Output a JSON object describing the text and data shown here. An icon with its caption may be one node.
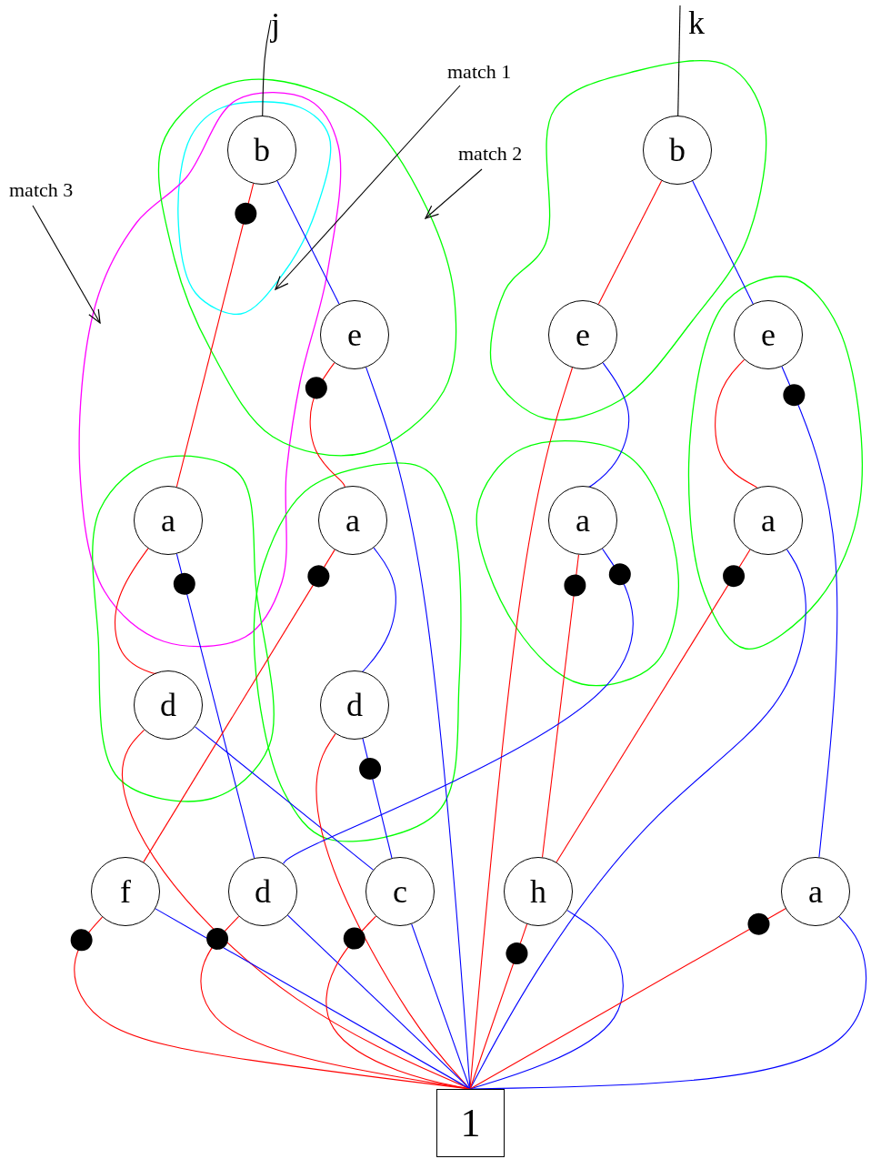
{
  "diagram": {
    "nodes": [
      {
        "text": [
          "j"
        ]
      },
      {
        "text": [
          "k"
        ]
      },
      {
        "text": [
          "match 1"
        ]
      },
      {
        "text": [
          "b"
        ]
      },
      {
        "text": [
          "match 2"
        ]
      },
      {
        "text": [
          "b"
        ]
      },
      {
        "text": [
          "match 3"
        ]
      },
      {
        "text": [
          "e"
        ]
      },
      {
        "text": [
          "e"
        ]
      },
      {
        "text": [
          "e"
        ]
      },
      {
        "text": [
          "a"
        ]
      },
      {
        "text": [
          "a"
        ]
      },
      {
        "text": [
          "a"
        ]
      },
      {
        "text": [
          "a"
        ]
      },
      {
        "text": [
          "d"
        ]
      },
      {
        "text": [
          "d"
        ]
      },
      {
        "text": [
          "f"
        ]
      },
      {
        "text": [
          "d"
        ]
      },
      {
        "text": [
          "c"
        ]
      },
      {
        "text": [
          "h"
        ]
      },
      {
        "text": [
          "a"
        ]
      },
      {
        "text": [
          "1"
        ]
      }
    ],
    "edges": [
      {
        "from": 0,
        "to": 3,
        "arrow": "none",
        "color": "#000000"
      },
      {
        "from": 1,
        "to": 5,
        "arrow": "none",
        "color": "#000000"
      },
      {
        "from": 2,
        "to": null,
        "arrow": "to",
        "color": "#000000"
      },
      {
        "from": 4,
        "to": null,
        "arrow": "to",
        "color": "#000000"
      },
      {
        "from": 6,
        "to": null,
        "arrow": "to",
        "color": "#000000"
      },
      {
        "from": 3,
        "to": 10,
        "arrow": "other",
        "color": "#ff0000"
      },
      {
        "from": 3,
        "to": 7,
        "arrow": "none",
        "color": "#0000ff"
      },
      {
        "from": 7,
        "to": 11,
        "arrow": "other",
        "color": "#ff0000"
      },
      {
        "from": 7,
        "to": 21,
        "arrow": "none",
        "color": "#0000ff"
      },
      {
        "from": 10,
        "to": 14,
        "arrow": "none",
        "color": "#ff0000"
      },
      {
        "from": 10,
        "to": 17,
        "arrow": "other",
        "color": "#0000ff"
      },
      {
        "from": 11,
        "to": 15,
        "arrow": "none",
        "color": "#0000ff"
      },
      {
        "from": 11,
        "to": 16,
        "arrow": "other",
        "color": "#ff0000"
      },
      {
        "from": 14,
        "to": 18,
        "arrow": "none",
        "color": "#0000ff"
      },
      {
        "from": 14,
        "to": 21,
        "arrow": "none",
        "color": "#ff0000"
      },
      {
        "from": 15,
        "to": 18,
        "arrow": "other",
        "color": "#0000ff"
      },
      {
        "from": 15,
        "to": 21,
        "arrow": "none",
        "color": "#ff0000"
      },
      {
        "from": 5,
        "to": 8,
        "arrow": "none",
        "color": "#ff0000"
      },
      {
        "from": 5,
        "to": 9,
        "arrow": "none",
        "color": "#0000ff"
      },
      {
        "from": 8,
        "to": 12,
        "arrow": "none",
        "color": "#0000ff"
      },
      {
        "from": 8,
        "to": 21,
        "arrow": "none",
        "color": "#ff0000"
      },
      {
        "from": 9,
        "to": 13,
        "arrow": "none",
        "color": "#ff0000"
      },
      {
        "from": 9,
        "to": 20,
        "arrow": "other",
        "color": "#0000ff"
      },
      {
        "from": 12,
        "to": 19,
        "arrow": "other",
        "color": "#ff0000"
      },
      {
        "from": 12,
        "to": 17,
        "arrow": "other",
        "color": "#0000ff"
      },
      {
        "from": 13,
        "to": 19,
        "arrow": "other",
        "color": "#ff0000"
      },
      {
        "from": 13,
        "to": 21,
        "arrow": "none",
        "color": "#0000ff"
      },
      {
        "from": 16,
        "to": 21,
        "arrow": "other",
        "color": "#ff0000"
      },
      {
        "from": 16,
        "to": 21,
        "arrow": "none",
        "color": "#0000ff"
      },
      {
        "from": 17,
        "to": 21,
        "arrow": "other",
        "color": "#ff0000"
      },
      {
        "from": 17,
        "to": 21,
        "arrow": "none",
        "color": "#0000ff"
      },
      {
        "from": 18,
        "to": 21,
        "arrow": "other",
        "color": "#ff0000"
      },
      {
        "from": 18,
        "to": 21,
        "arrow": "none",
        "color": "#0000ff"
      },
      {
        "from": 19,
        "to": 21,
        "arrow": "other",
        "color": "#ff0000"
      },
      {
        "from": 19,
        "to": 21,
        "arrow": "none",
        "color": "#0000ff"
      },
      {
        "from": 20,
        "to": 21,
        "arrow": "other",
        "color": "#ff0000"
      },
      {
        "from": 20,
        "to": 21,
        "arrow": "none",
        "color": "#0000ff"
      }
    ]
  }
}
